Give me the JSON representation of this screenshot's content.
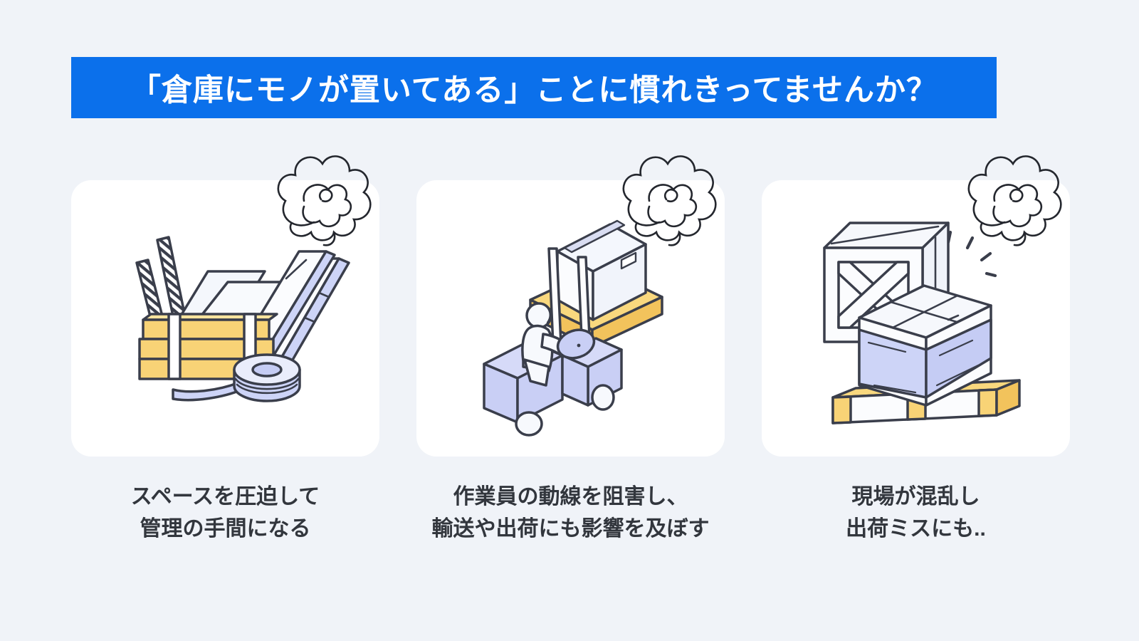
{
  "page": {
    "background": "#F0F3F8"
  },
  "banner": {
    "text": "「倉庫にモノが置いてある」ことに慣れきってませんか？",
    "background": "#0B70EB",
    "text_color": "#FFFFFF"
  },
  "cards": [
    {
      "illustration": "stacked-lumber-with-straps-and-tape-roll",
      "caption_line1": "スペースを圧迫して",
      "caption_line2": "管理の手間になる"
    },
    {
      "illustration": "worker-driving-forklift-lifting-box-on-pallet",
      "caption_line1": "作業員の動線を阻害し、",
      "caption_line2": "輸送や出荷にも影響を及ぼす"
    },
    {
      "illustration": "wooden-crate-and-wrapped-boxes-on-pallet",
      "caption_line1": "現場が混乱し",
      "caption_line2": "出荷ミスにも.."
    }
  ],
  "icons": {
    "scribble": "tangled-scribble-doodle",
    "alert_dashes": "surprise-dash-marks"
  },
  "colors": {
    "accent_blue": "#0B70EB",
    "card_background": "#FFFFFF",
    "illustration_yellow": "#F8D376",
    "illustration_yellow_dark": "#F2C35C",
    "illustration_lavender": "#CDD4F7",
    "illustration_outline": "#3A3E4B",
    "caption_text": "#32363D",
    "scribble_ink": "#24272E"
  }
}
